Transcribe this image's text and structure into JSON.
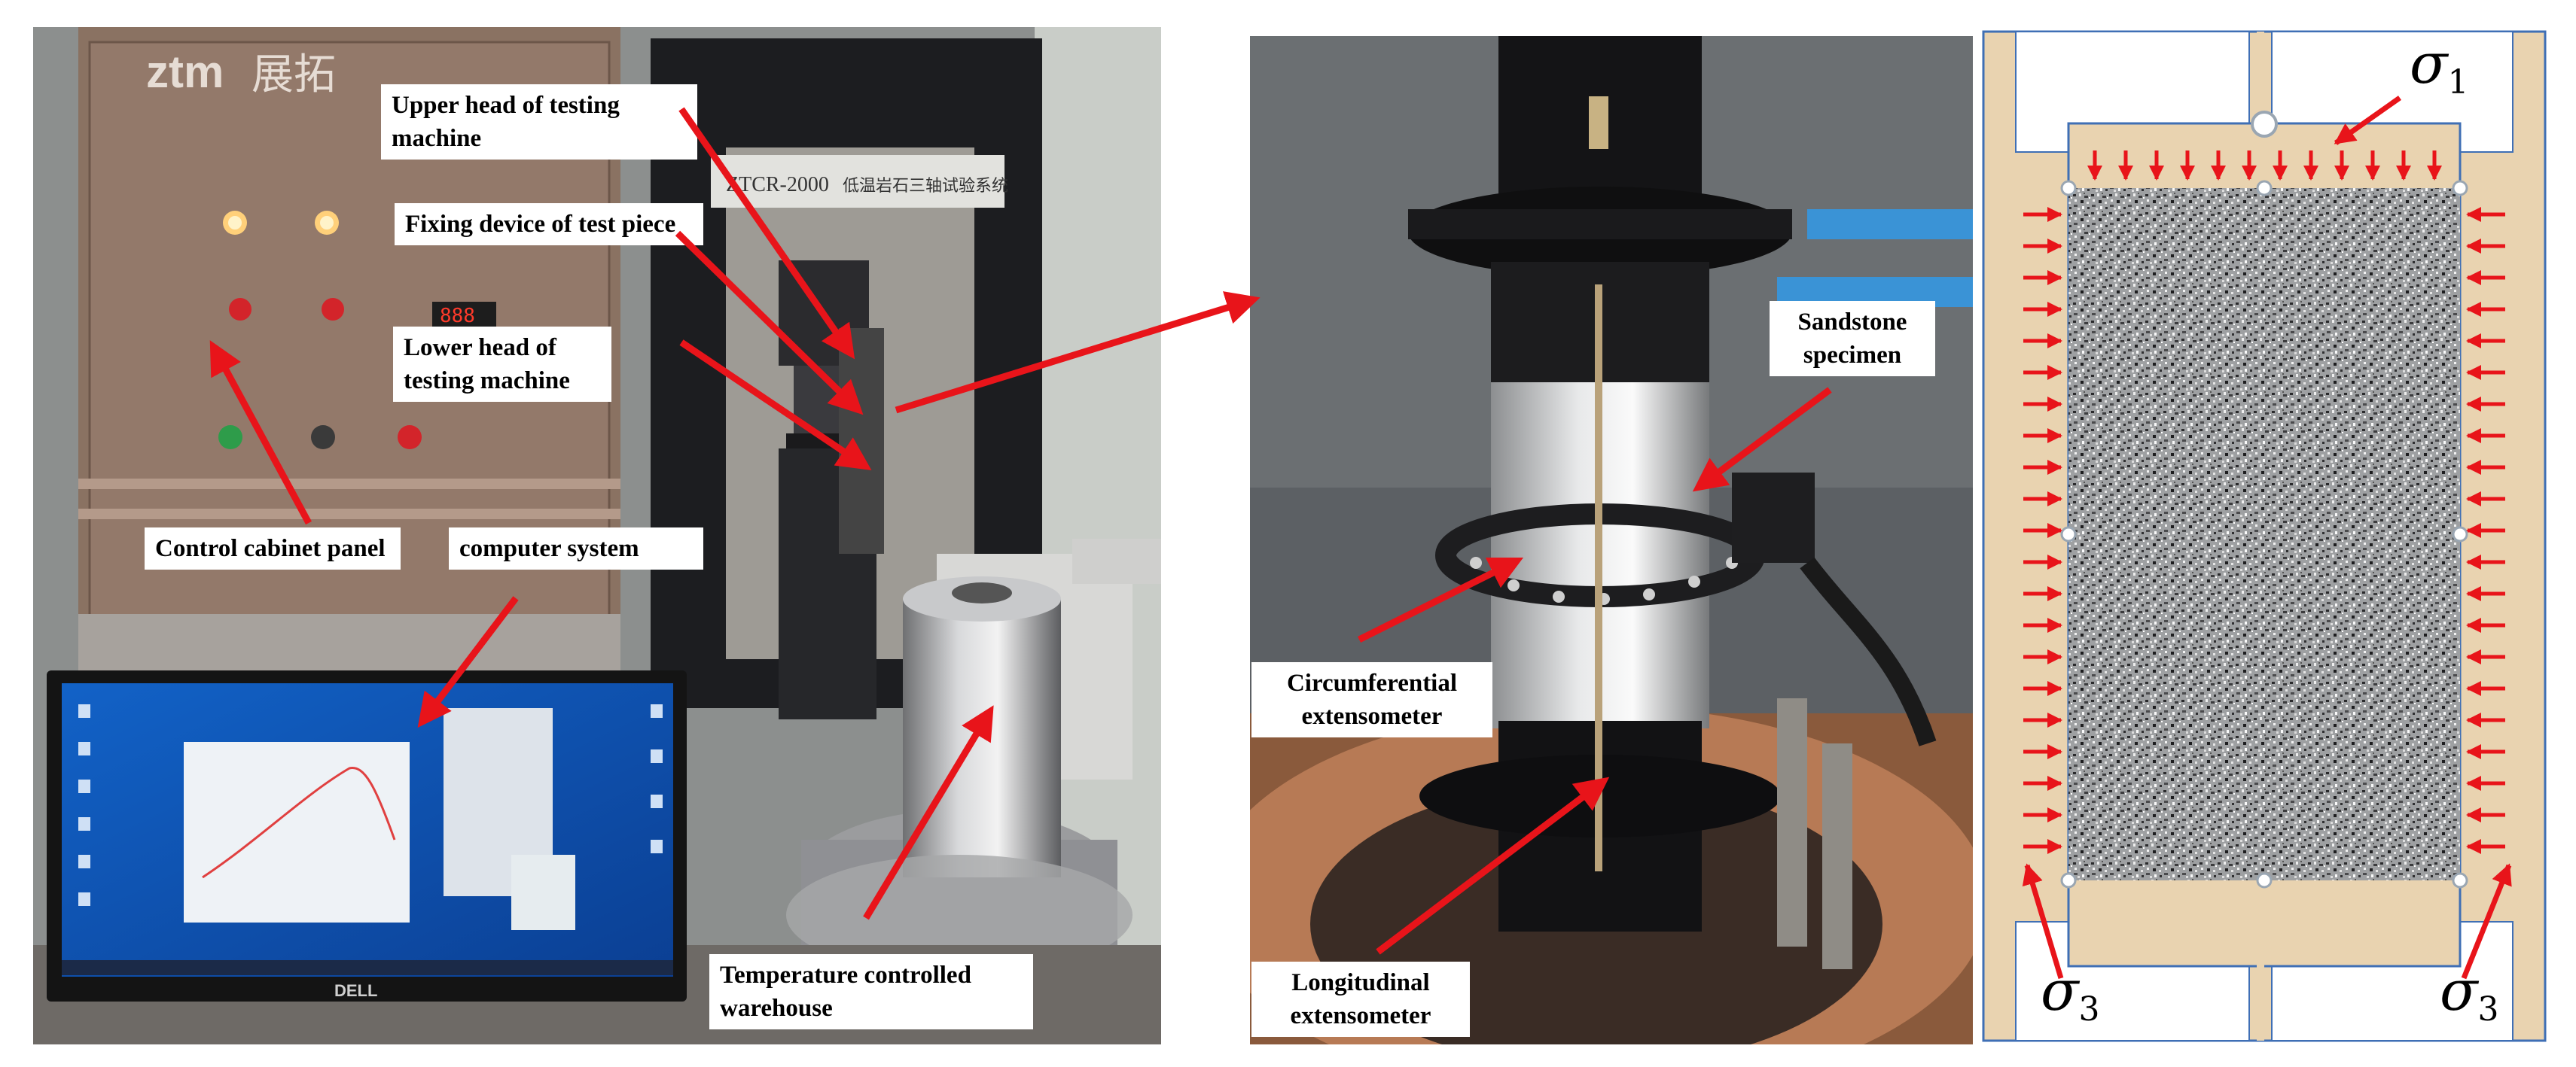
{
  "photo_left": {
    "labels": {
      "upper_head": "Upper head of testing machine",
      "fixing_device": "Fixing device of test piece",
      "lower_head": "Lower head of testing machine",
      "control_panel": "Control cabinet panel",
      "computer": "computer system",
      "temp_warehouse": "Temperature controlled warehouse"
    },
    "brand_logo": "ztm",
    "brand_cn": "展拓",
    "machine_model": "ZTCR-2000",
    "machine_cn_title": "低温岩石三轴试验系统",
    "monitor_brand": "DELL"
  },
  "photo_mid": {
    "labels": {
      "sandstone": "Sandstone specimen",
      "circumferential": "Circumferential extensometer",
      "longitudinal": "Longitudinal extensometer"
    }
  },
  "diagram": {
    "sigma1": "σ",
    "sigma1_sub": "1",
    "sigma3_left": "σ",
    "sigma3_left_sub": "3",
    "sigma3_right": "σ",
    "sigma3_right_sub": "3"
  },
  "colors": {
    "arrow_red": "#e8141a",
    "sand": "#e9d3b0",
    "frame_blue": "#3f6fb5"
  }
}
